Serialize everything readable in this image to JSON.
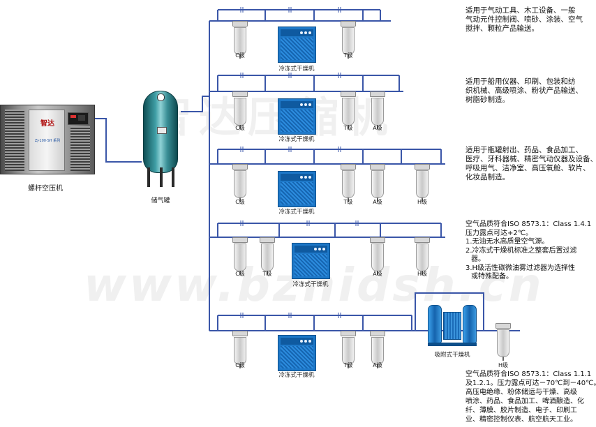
{
  "labels": {
    "compressor": "螺杆空压机",
    "tank": "储气罐",
    "refrigerated_dryer": "冷冻式干燥机",
    "adsorption_dryer": "吸附式干燥机",
    "c_grade": "C级",
    "t_grade": "T级",
    "a_grade": "A级",
    "h_grade": "H级"
  },
  "compressor": {
    "brand": "智达",
    "model": "ZJ-100·SH 系列"
  },
  "watermark": {
    "cn": "智达压缩机",
    "url": "www.bzhidsh.cn"
  },
  "notes": {
    "row1": [
      "适用于气动工具、木工设备、一般",
      "气动元件控制阀、喷砂、涂装、空气",
      "搅拌、颗粒产品输送。"
    ],
    "row2": [
      "适用于船用仪器、印刷、包装和纺",
      "织机械、高级喷涂、粉状产品输送、",
      "树脂砂制造。"
    ],
    "row3": [
      "适用于瓶罐射出、药品、食品加工、",
      "医疗、牙科器械、精密气动仪器及设备、",
      "呼吸用气、洁净室、高压氧舱、软片、",
      "化妆品制造。"
    ],
    "row4": [
      "空气品质符合ISO 8573.1：Class 1.4.1",
      "压力露点可达+2℃。",
      "1.无油无水高质量空气源。",
      "2.冷冻式干燥机标准之整套后置过滤",
      "器。",
      "3.H级活性碳微油雾过滤器为选择性",
      "或特殊配备。"
    ],
    "row5": [
      "空气品质符合ISO 8573.1：Class 1.1.1",
      "及1.2.1。压力露点可达－70℃到－40℃。",
      "高压电绝缘、粉体储运与干燥、高级",
      "喷涂、药品、食品加工、啤酒酿造、化",
      "纤、薄膜、胶片制造、电子、印刷工",
      "业、精密控制仪表、航空航天工业。"
    ]
  },
  "colors": {
    "pipe": "#3a56a8",
    "dryer": "#1e78c8",
    "tank": "#2f8c93",
    "brand_red": "#b01010"
  }
}
